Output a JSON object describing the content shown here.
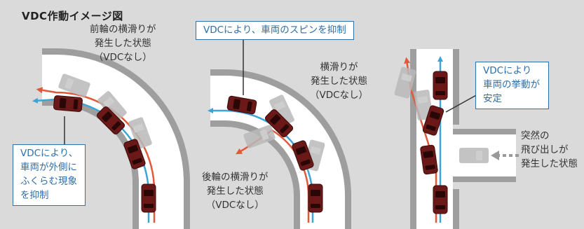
{
  "title": "VDC作動イメージ図",
  "colors": {
    "background": "#dadada",
    "road": "#ffffff",
    "road_edge": "#9e9e9e",
    "car_body": "#6b1818",
    "ghost_car": "#b9b9b9",
    "path_blue": "#3ea4d8",
    "path_orange": "#e2593a",
    "callout_border": "#2f6ea8",
    "callout_text": "#2f6ea8"
  },
  "panel1": {
    "label_lines": "前輪の横滑りが\n発生した状態\n（VDCなし）",
    "callout": "VDCにより、\n車両が外側に\nふくらむ現象\nを抑制"
  },
  "panel2": {
    "callout": "VDCにより、車両のスピンを抑制",
    "label_top": "横滑りが\n発生した状態\n（VDCなし）",
    "label_bottom": "後輪の横滑りが\n発生した状態\n（VDCなし）"
  },
  "panel3": {
    "callout": "VDCにより\n車両の挙動が\n安定",
    "label": "突然の\n飛び出しが\n発生した状態"
  }
}
